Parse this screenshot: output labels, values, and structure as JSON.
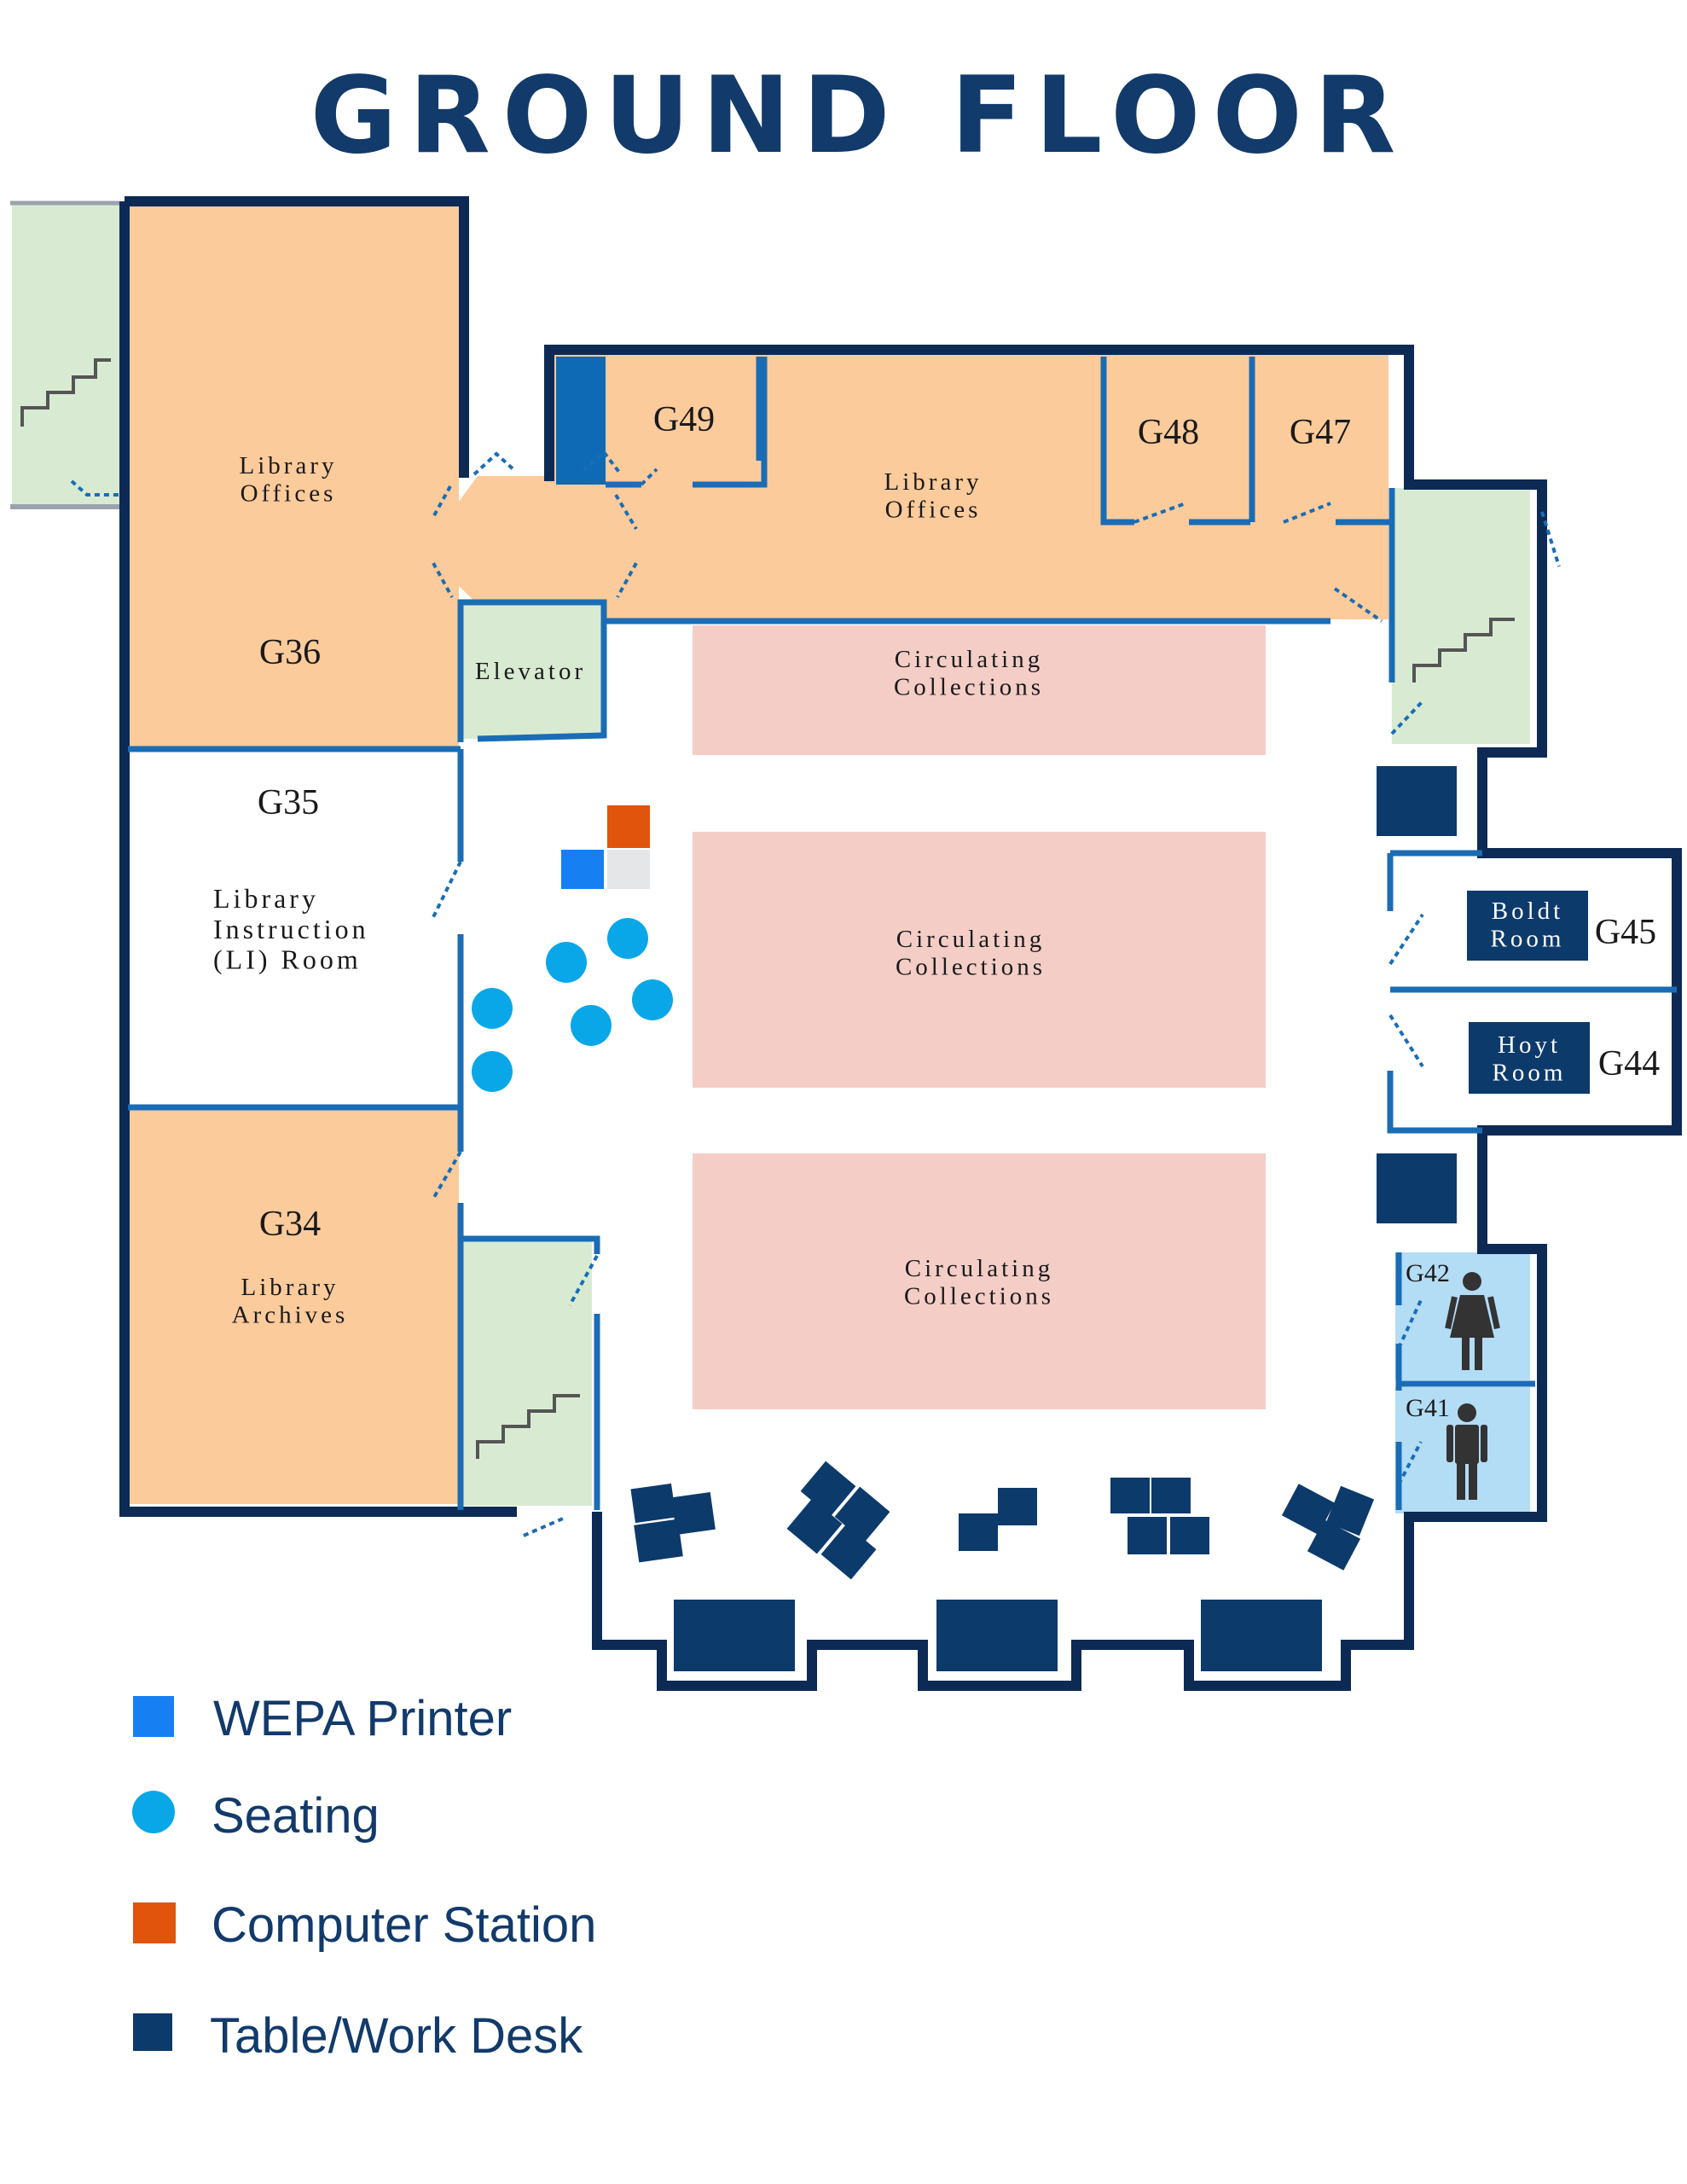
{
  "title": "GROUND FLOOR",
  "rooms": {
    "library_offices_left": "Library\nOffices",
    "g36": "G36",
    "elevator": "Elevator",
    "g35": "G35",
    "li_room": "Library\nInstruction\n(LI) Room",
    "g34": "G34",
    "archives": "Library\nArchives",
    "g49": "G49",
    "library_offices_top": "Library\nOffices",
    "g48": "G48",
    "g47": "G47",
    "circulating_1": "Circulating\nCollections",
    "circulating_2": "Circulating\nCollections",
    "circulating_3": "Circulating\nCollections",
    "boldt": "Boldt\nRoom",
    "g45": "G45",
    "hoyt": "Hoyt\nRoom",
    "g44": "G44",
    "g42": "G42",
    "g41": "G41"
  },
  "legend": [
    {
      "label": "WEPA Printer",
      "color": "#1680f2",
      "shape": "square"
    },
    {
      "label": "Seating",
      "color": "#0aa7e8",
      "shape": "circle"
    },
    {
      "label": "Computer Station",
      "color": "#e0540c",
      "shape": "square"
    },
    {
      "label": "Table/Work Desk",
      "color": "#0c3a6b",
      "shape": "square"
    }
  ],
  "icons": {
    "restroom_women": "woman-restroom-icon",
    "restroom_men": "man-restroom-icon",
    "stairs": "stairs-icon"
  },
  "colors": {
    "office": "#fccb9b",
    "stairs": "#d8ebd2",
    "collections": "#f4cdc7",
    "restroom": "#b3dcf5",
    "wall": "#0d2a55",
    "inner_wall": "#1a6db5",
    "title": "#123a6b"
  }
}
